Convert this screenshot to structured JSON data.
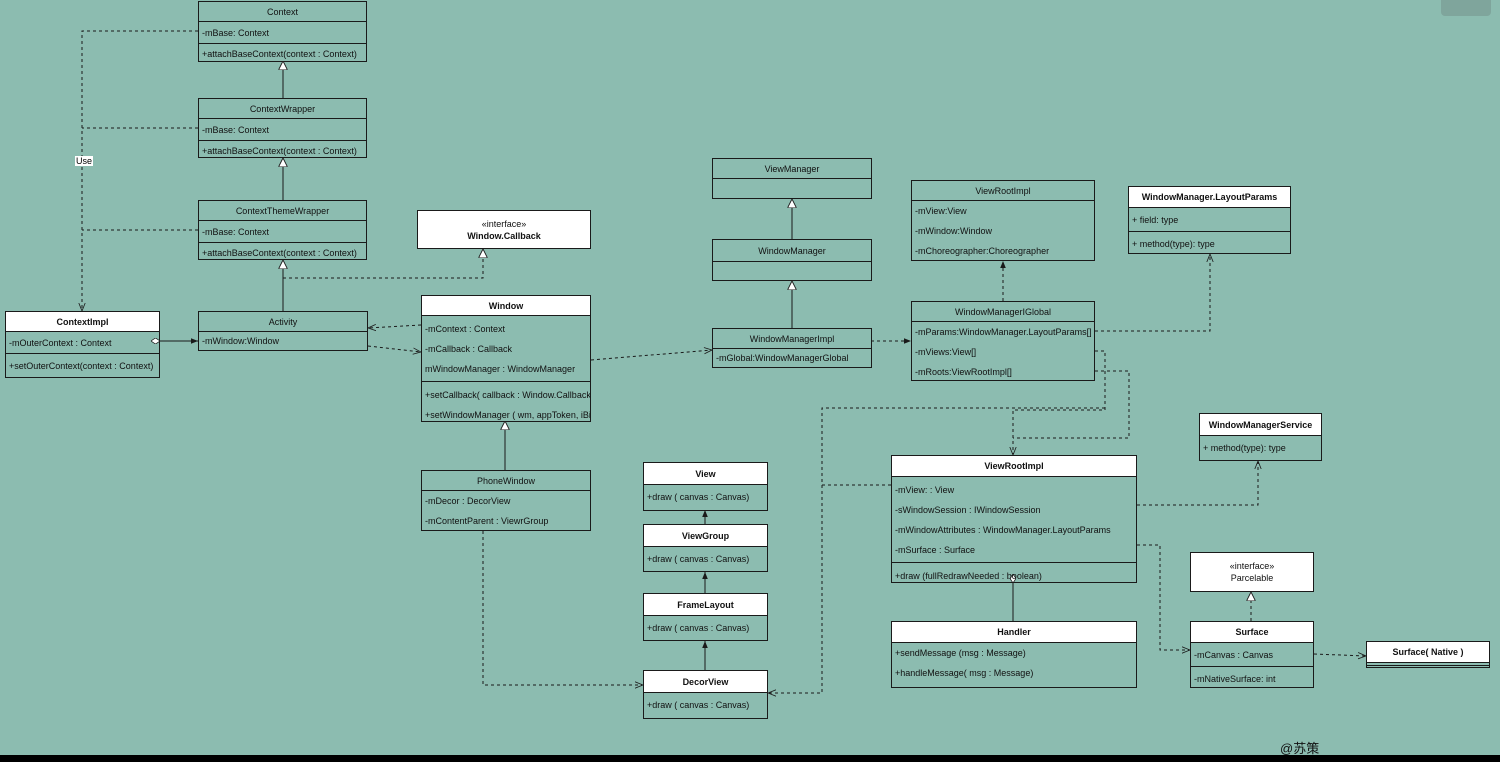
{
  "diagram": {
    "classes": {
      "context": {
        "name": "Context",
        "attrs": [
          "-mBase: Context"
        ],
        "methods": [
          "+attachBaseContext(context : Context)"
        ]
      },
      "context_wrapper": {
        "name": "ContextWrapper",
        "attrs": [
          "-mBase: Context"
        ],
        "methods": [
          "+attachBaseContext(context : Context)"
        ]
      },
      "context_theme_wrapper": {
        "name": "ContextThemeWrapper",
        "attrs": [
          "-mBase: Context"
        ],
        "methods": [
          "+attachBaseContext(context : Context)"
        ]
      },
      "context_impl": {
        "name": "ContextImpl",
        "attrs": [
          "-mOuterContext : Context"
        ],
        "methods": [
          "+setOuterContext(context : Context)"
        ]
      },
      "activity": {
        "name": "Activity",
        "attrs": [
          "-mWindow:Window"
        ]
      },
      "window_callback": {
        "stereotype": "«interface»",
        "name": "Window.Callback"
      },
      "window": {
        "name": "Window",
        "attrs": [
          "-mContext : Context",
          "-mCallback : Callback",
          "mWindowManager : WindowManager"
        ],
        "methods": [
          "+setCallback( callback : Window.Callback",
          "+setWindowManager ( wm, appToken, iBi"
        ]
      },
      "phone_window": {
        "name": "PhoneWindow",
        "attrs": [
          "-mDecor : DecorView",
          "-mContentParent : ViewrGroup"
        ]
      },
      "view_manager": {
        "name": "ViewManager"
      },
      "window_manager": {
        "name": "WindowManager"
      },
      "window_manager_impl": {
        "name": "WindowManagerImpl",
        "attrs": [
          "-mGlobal:WindowManagerGlobal"
        ]
      },
      "view_root_impl_top": {
        "name": "ViewRootImpl",
        "attrs": [
          "-mView:View",
          "-mWindow:Window",
          "-mChoreographer:Choreographer"
        ]
      },
      "window_manager_global": {
        "name": "WindowManagerIGlobal",
        "attrs": [
          "-mParams:WindowManager.LayoutParams[]",
          "-mViews:View[]",
          "-mRoots:ViewRootImpl[]"
        ]
      },
      "layout_params": {
        "name": "WindowManager.LayoutParams",
        "attrs": [
          "+ field: type"
        ],
        "methods": [
          "+ method(type): type"
        ]
      },
      "view": {
        "name": "View",
        "methods": [
          "+draw ( canvas :   Canvas)"
        ]
      },
      "view_group": {
        "name": "ViewGroup",
        "methods": [
          "+draw ( canvas :   Canvas)"
        ]
      },
      "frame_layout": {
        "name": "FrameLayout",
        "methods": [
          "+draw ( canvas :   Canvas)"
        ]
      },
      "decor_view": {
        "name": "DecorView",
        "methods": [
          "+draw ( canvas :   Canvas)"
        ]
      },
      "view_root_impl": {
        "name": "ViewRootImpl",
        "attrs": [
          "-mView: : View",
          "-sWindowSession : IWindowSession",
          "-mWindowAttributes : WindowManager.LayoutParams",
          "-mSurface : Surface"
        ],
        "methods": [
          "+draw (fullRedrawNeeded : boolean)"
        ]
      },
      "window_manager_service": {
        "name": "WindowManagerService",
        "methods": [
          "+ method(type): type"
        ]
      },
      "parcelable": {
        "stereotype": "«interface»",
        "name": "Parcelable"
      },
      "surface": {
        "name": "Surface",
        "attrs": [
          "-mCanvas : Canvas"
        ],
        "methods": [
          "-mNativeSurface: int"
        ]
      },
      "surface_native": {
        "name": "Surface( Native )"
      },
      "handler": {
        "name": "Handler",
        "methods": [
          "+sendMessage (msg : Message)",
          "+handleMessage( msg : Message)"
        ]
      }
    },
    "edge_label_use": "Use",
    "signature": "@苏策"
  },
  "colors": {
    "background": "#8cbcb0",
    "line": "#1a1a1a",
    "header_white": "#ffffff"
  }
}
